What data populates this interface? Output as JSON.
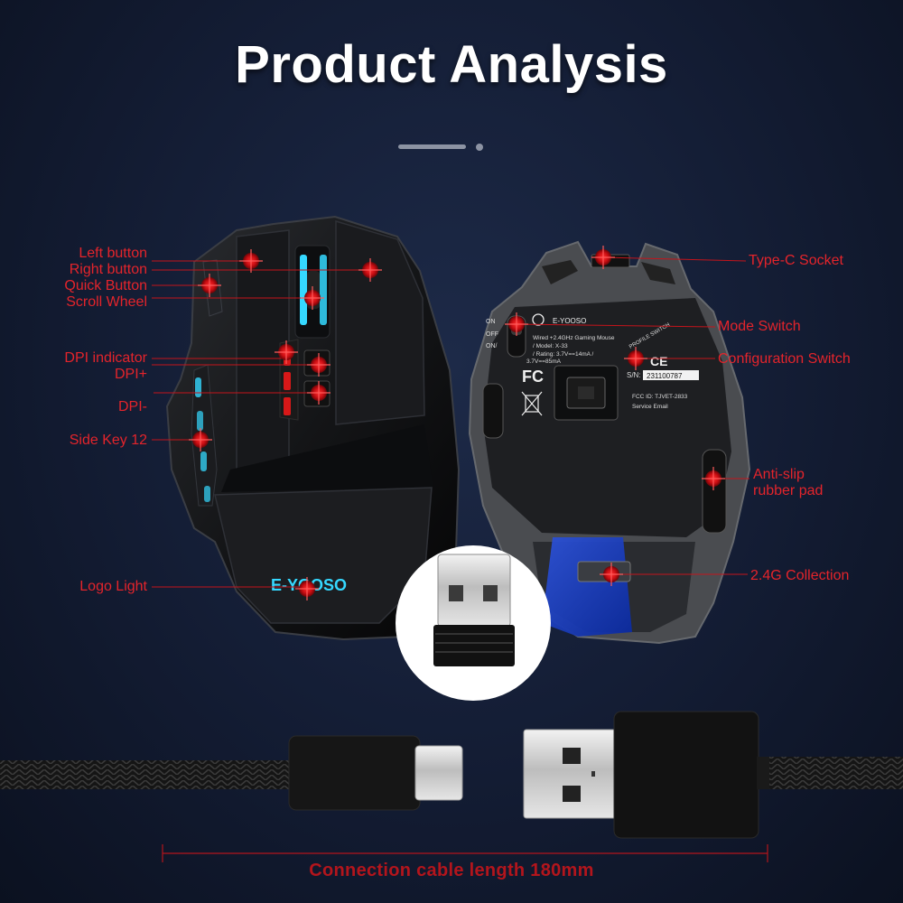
{
  "title": "Product Analysis",
  "left_labels": {
    "left_button": "Left button",
    "right_button": "Right button",
    "quick_button": "Quick Button",
    "scroll_wheel": "Scroll Wheel",
    "dpi_indicator": "DPI indicator",
    "dpi_plus": "DPI+",
    "dpi_minus": "DPI-",
    "side_key": "Side Key 12",
    "logo_light": "Logo Light"
  },
  "right_labels": {
    "type_c": "Type-C Socket",
    "mode_switch": "Mode Switch",
    "config_switch": "Configuration Switch",
    "anti_slip_1": "Anti-slip",
    "anti_slip_2": "rubber pad",
    "collection": "2.4G Collection"
  },
  "mouse_logo": "E-YOOSO",
  "bottom_sticker": {
    "brand": "E-YOOSO",
    "line1": "Wired +2.4GHz Gaming Mouse",
    "line2": "/ Model: X-33",
    "line3": "/ Rating: 3.7V==14mA /",
    "voltage": "3.7V==85mA",
    "fcc": "FC",
    "ce": "CE",
    "sn_label": "S/N:",
    "sn_value": "231100787",
    "fcc_id": "FCC ID: TJVET-2833",
    "service": "Service Email",
    "switch_on": "ON",
    "switch_off": "OFF",
    "switch_on2": "ON/",
    "profile_switch": "PROFILE SWITCH"
  },
  "cable_caption": "Connection cable length 180mm",
  "colors": {
    "accent_red": "#e4242b",
    "led_cyan": "#35d8ff",
    "led_red": "#d81818",
    "background": "#131c33"
  }
}
